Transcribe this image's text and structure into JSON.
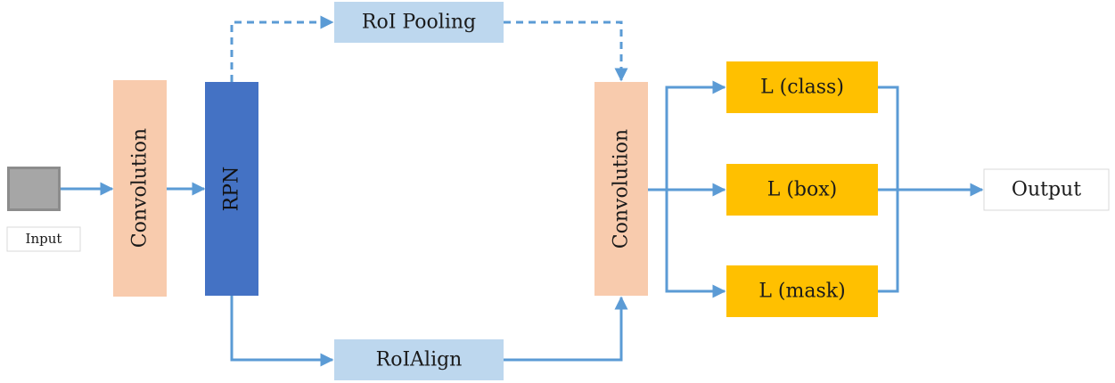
{
  "input": {
    "label": "Input"
  },
  "conv1": {
    "label": "Convolution"
  },
  "rpn": {
    "label": "RPN"
  },
  "roi_pooling": {
    "label": "RoI Pooling"
  },
  "roi_align": {
    "label": "RoIAlign"
  },
  "conv2": {
    "label": "Convolution"
  },
  "heads": {
    "class": {
      "label": "L (class)"
    },
    "box": {
      "label": "L (box)"
    },
    "mask": {
      "label": "L (mask)"
    }
  },
  "output": {
    "label": "Output"
  },
  "colors": {
    "arrow": "#5b9bd5",
    "convolution": "#f8cbad",
    "rpn": "#4472c4",
    "roi_box": "#bdd7ee",
    "head": "#ffc000",
    "input_image": "#a6a6a6"
  }
}
